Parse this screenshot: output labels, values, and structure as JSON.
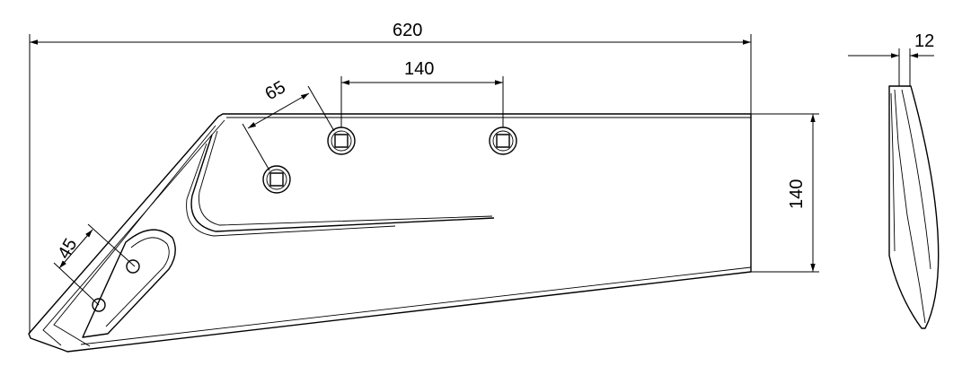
{
  "dimensions": {
    "overall_length": "620",
    "bolt_spacing": "140",
    "edge_offset": "65",
    "height": "140",
    "lower_hole_spacing": "45",
    "thickness": "12"
  }
}
